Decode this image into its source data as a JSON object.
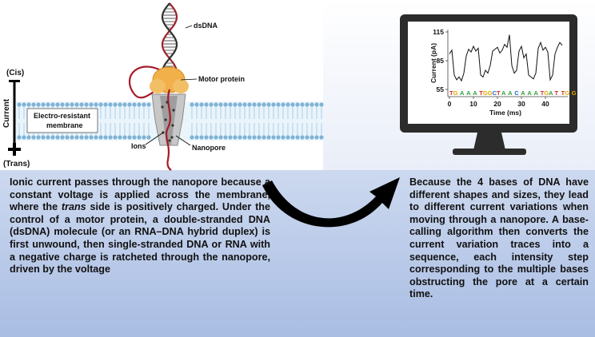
{
  "diagram": {
    "labels": {
      "dsdna": "dsDNA",
      "motor_protein": "Motor protein",
      "cis": "(Cis)",
      "trans": "(Trans)",
      "current": "Current",
      "membrane": "Electro-resistant membrane",
      "ions": "Ions",
      "nanopore": "Nanopore"
    },
    "colors": {
      "dna_strand_a": "#a61b29",
      "dna_strand_b": "#2a2a2a",
      "motor": "#f1b04a",
      "pore": "#bdbdbd",
      "lipid_head": "#7fb3d5",
      "arrow": "#000000"
    }
  },
  "monitor": {
    "chart_data": {
      "type": "line",
      "ylabel": "Current (pA)",
      "xlabel": "Time (ms)",
      "xticks": [
        "0",
        "10",
        "20",
        "30",
        "40"
      ],
      "yticks": [
        "55",
        "85",
        "115"
      ],
      "xlim": [
        0,
        48
      ],
      "ylim": [
        55,
        115
      ],
      "series": [
        {
          "x": [
            0,
            1,
            2,
            3,
            4,
            5,
            6,
            7,
            8,
            9,
            10,
            11,
            12,
            13,
            14,
            15,
            16,
            17,
            18,
            19,
            20,
            21,
            22,
            23,
            24,
            25,
            26,
            27,
            28,
            29,
            30,
            31,
            32,
            33,
            34,
            35,
            36,
            37,
            38,
            39,
            40,
            41,
            42,
            43,
            44,
            45,
            46,
            47
          ],
          "values": [
            92,
            96,
            70,
            65,
            68,
            64,
            72,
            90,
            97,
            94,
            100,
            95,
            98,
            70,
            68,
            75,
            72,
            80,
            95,
            97,
            99,
            93,
            96,
            102,
            99,
            112,
            80,
            72,
            75,
            95,
            100,
            88,
            92,
            70,
            68,
            66,
            72,
            98,
            104,
            96,
            99,
            94,
            65,
            70,
            92,
            99,
            104,
            101
          ]
        }
      ],
      "sequence": [
        "TG",
        "A",
        "A",
        "A",
        "TGGCT",
        "A",
        "A",
        "C",
        "A",
        "A",
        "A",
        "TGA",
        "T",
        "TG",
        "G"
      ]
    }
  },
  "text": {
    "left_paragraph_1": "Ionic current passes through the nanopore because a constant voltage is applied across the membrane, where the ",
    "left_paragraph_italic": "trans",
    "left_paragraph_2": " side is positively charged. Under the control of a motor protein, a double-stranded DNA (dsDNA) molecule (or an RNA–DNA hybrid duplex) is first unwound, then single-stranded DNA or RNA with a negative charge is ratcheted through the nanopore, driven by the voltage",
    "right_paragraph": "Because the 4 bases of DNA have different shapes and sizes, they lead to different current variations when moving through a nanopore. A base-calling algorithm then converts the current variation traces into a sequence, each intensity step corresponding to the multiple bases obstructing the pore at a certain time."
  }
}
